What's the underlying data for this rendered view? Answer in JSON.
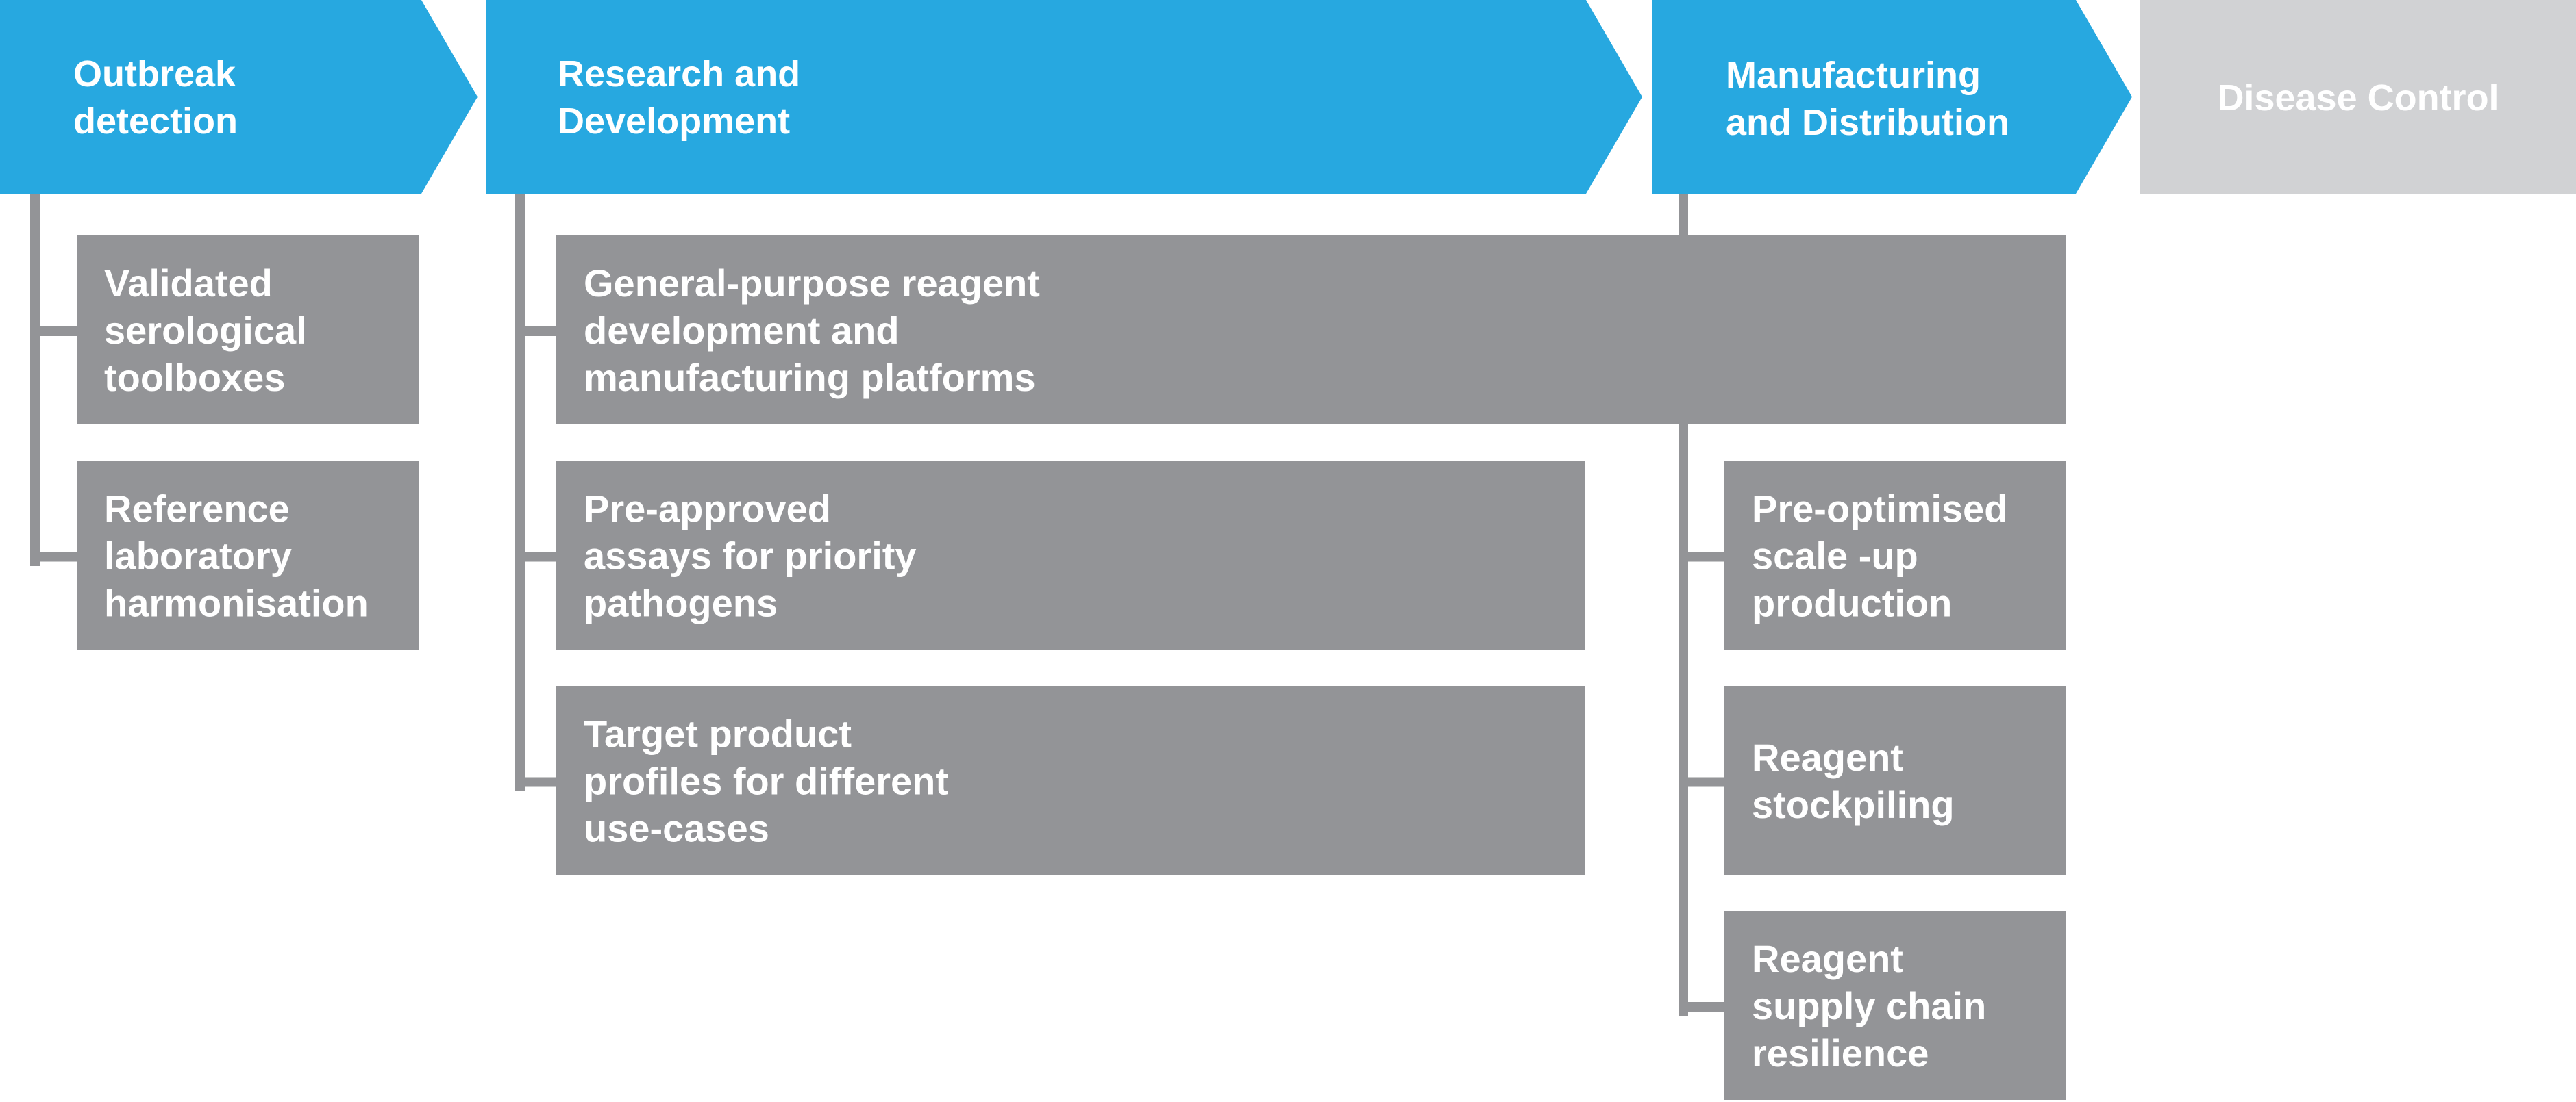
{
  "colors": {
    "stage_active": "#27a8e0",
    "stage_inactive": "#d1d2d4",
    "box": "#939497",
    "text": "#ffffff"
  },
  "stages": [
    {
      "id": "outbreak-detection",
      "lines": [
        "Outbreak",
        "detection"
      ],
      "active": true
    },
    {
      "id": "research-and-development",
      "lines": [
        "Research and",
        "Development"
      ],
      "active": true
    },
    {
      "id": "manufacturing-and-distribution",
      "lines": [
        "Manufacturing",
        "and Distribution"
      ],
      "active": true
    },
    {
      "id": "disease-control",
      "lines": [
        "Disease Control"
      ],
      "active": false
    }
  ],
  "boxes": [
    {
      "id": "validated-serological-toolboxes",
      "stage": "outbreak-detection",
      "lines": [
        "Validated",
        "serological",
        "toolboxes"
      ]
    },
    {
      "id": "reference-laboratory-harmonisation",
      "stage": "outbreak-detection",
      "lines": [
        "Reference",
        "laboratory",
        "harmonisation"
      ]
    },
    {
      "id": "general-purpose-reagent-platforms",
      "stage": "research-and-development",
      "lines": [
        "General-purpose reagent",
        "development and",
        "manufacturing platforms"
      ]
    },
    {
      "id": "pre-approved-assays",
      "stage": "research-and-development",
      "lines": [
        "Pre-approved",
        "assays for priority",
        "pathogens"
      ]
    },
    {
      "id": "target-product-profiles",
      "stage": "research-and-development",
      "lines": [
        "Target product",
        "profiles for different",
        "use-cases"
      ]
    },
    {
      "id": "pre-optimised-scale-up-production",
      "stage": "manufacturing-and-distribution",
      "lines": [
        "Pre-optimised",
        "scale -up",
        "production"
      ]
    },
    {
      "id": "reagent-stockpiling",
      "stage": "manufacturing-and-distribution",
      "lines": [
        "Reagent",
        "stockpiling"
      ]
    },
    {
      "id": "reagent-supply-chain-resilience",
      "stage": "manufacturing-and-distribution",
      "lines": [
        "Reagent",
        "supply chain",
        "resilience"
      ]
    }
  ]
}
